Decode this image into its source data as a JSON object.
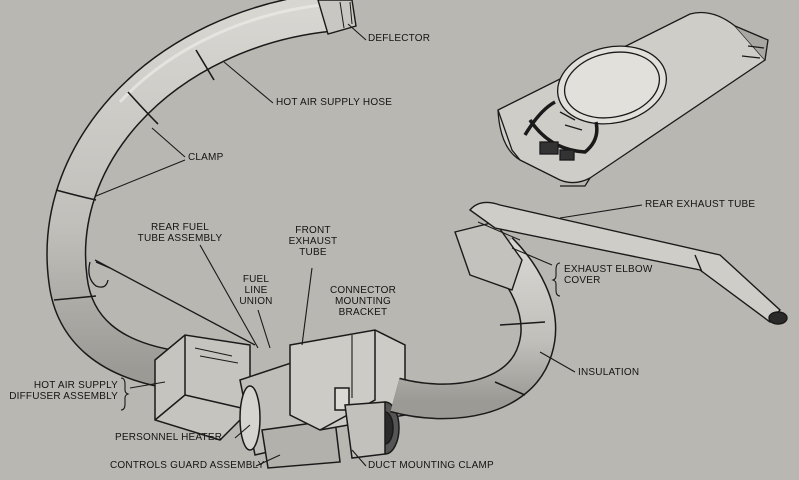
{
  "labels": {
    "deflector": "DEFLECTOR",
    "hot_air_supply_hose": "HOT AIR SUPPLY HOSE",
    "clamp": "CLAMP",
    "rear_exhaust_tube": "REAR EXHAUST TUBE",
    "rear_fuel_tube_assembly": [
      "REAR FUEL",
      "TUBE ASSEMBLY"
    ],
    "front_exhaust_tube": [
      "FRONT",
      "EXHAUST",
      "TUBE"
    ],
    "fuel_line_union": [
      "FUEL",
      "LINE",
      "UNION"
    ],
    "connector_mounting_bracket": [
      "CONNECTOR",
      "MOUNTING",
      "BRACKET"
    ],
    "exhaust_elbow_cover": [
      "EXHAUST ELBOW",
      "COVER"
    ],
    "insulation": "INSULATION",
    "hot_air_supply_diffuser_assembly": [
      "HOT AIR SUPPLY",
      "DIFFUSER ASSEMBLY"
    ],
    "personnel_heater": "PERSONNEL HEATER",
    "controls_guard_assembly": "CONTROLS GUARD ASSEMBLY",
    "duct_mounting_clamp": "DUCT MOUNTING CLAMP"
  },
  "colors": {
    "paper": "#b9b7b2",
    "ink": "#141414",
    "shade": "#8f8d88",
    "highlight": "#dcdad5"
  }
}
